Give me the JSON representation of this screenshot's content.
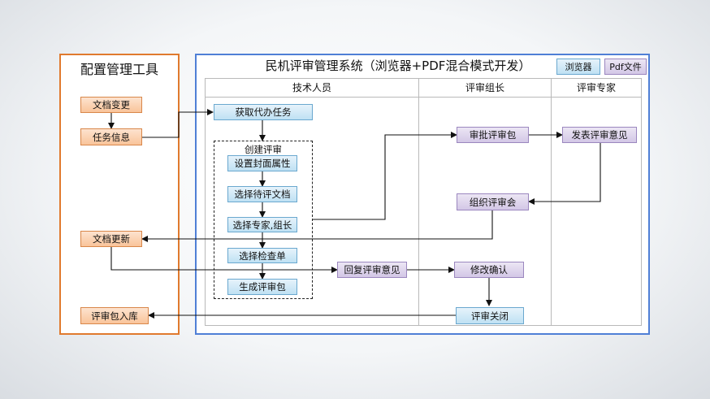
{
  "left_panel": {
    "title": "配置管理工具"
  },
  "main_panel": {
    "title": "民机评审管理系统（浏览器+PDF混合模式开发）"
  },
  "legend": {
    "browser": "浏览器",
    "pdf": "Pdf文件"
  },
  "lanes": {
    "tech": "技术人员",
    "leader": "评审组长",
    "expert": "评审专家"
  },
  "nodes": {
    "doc_change": "文档变更",
    "task_info": "任务信息",
    "doc_update": "文档更新",
    "package_store": "评审包入库",
    "get_task": "获取代办任务",
    "create_group": "创建评审",
    "set_cover": "设置封面属性",
    "select_docs": "选择待评文档",
    "select_experts": "选择专家,组长",
    "select_checklist": "选择检查单",
    "gen_package": "生成评审包",
    "reply_opinion": "回复评审意见",
    "approve_package": "审批评审包",
    "organize_meeting": "组织评审会",
    "modify_confirm": "修改确认",
    "close_review": "评审关闭",
    "publish_opinion": "发表评审意见"
  }
}
